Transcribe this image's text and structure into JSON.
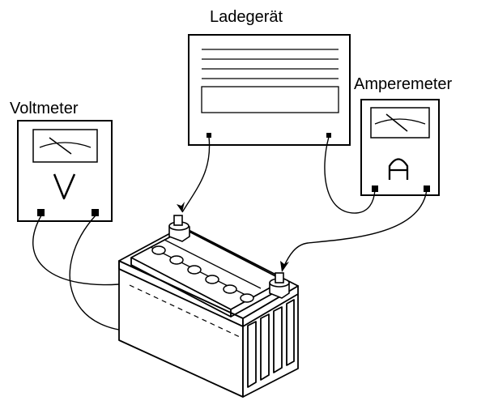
{
  "labels": {
    "charger": "Ladegerät",
    "voltmeter": "Voltmeter",
    "ammeter": "Amperemeter"
  },
  "meters": {
    "voltmeter_symbol": "V",
    "ammeter_symbol": "A"
  },
  "colors": {
    "line": "#000000",
    "background": "#ffffff"
  }
}
